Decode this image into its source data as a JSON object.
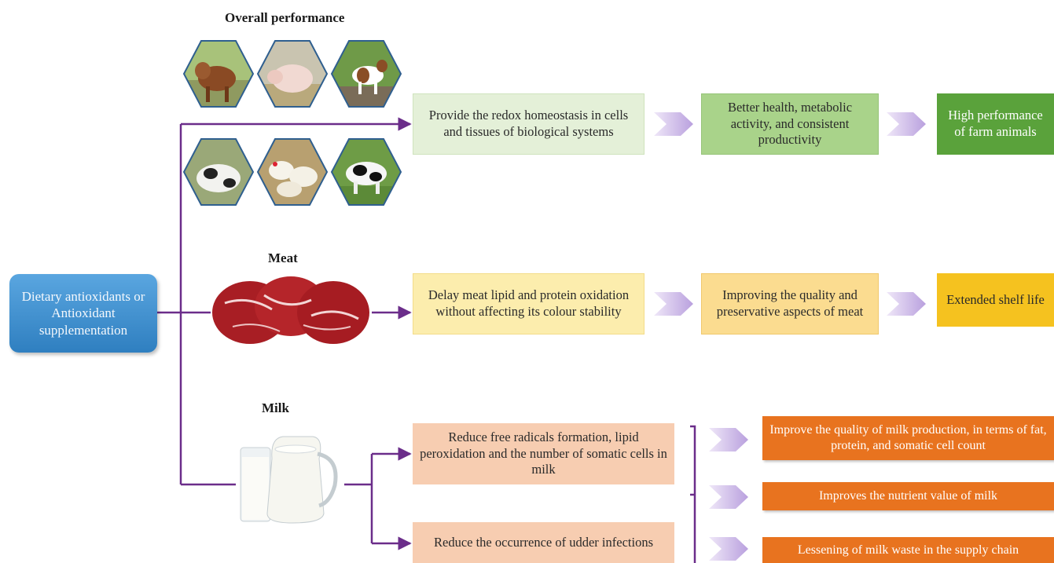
{
  "source": {
    "label": "Dietary antioxidants or Antioxidant supplementation"
  },
  "sections": {
    "overall": {
      "title": "Overall performance",
      "boxes": [
        "Provide the redox homeostasis in cells and tissues of biological systems",
        "Better health, metabolic activity, and consistent productivity",
        "High performance of farm animals"
      ],
      "animal_icons": [
        "brown-cow-icon",
        "pig-icon",
        "goat-icon",
        "calf-icon",
        "chicken-icon",
        "holstein-cow-icon"
      ]
    },
    "meat": {
      "title": "Meat",
      "boxes": [
        "Delay meat lipid and protein oxidation without affecting its colour stability",
        "Improving the quality and preservative aspects of meat",
        "Extended shelf life"
      ],
      "image_icon": "raw-meat-icon"
    },
    "milk": {
      "title": "Milk",
      "causes": [
        "Reduce free radicals formation, lipid peroxidation and the number of somatic cells in milk",
        "Reduce the occurrence of udder infections"
      ],
      "outcomes": [
        "Improve the quality of milk production, in terms of fat, protein, and somatic cell count",
        "Improves the nutrient value of milk",
        "Lessening of milk waste in the supply chain"
      ],
      "image_icon": "milk-jug-glass-icon"
    }
  },
  "colors": {
    "connector": "#6b2d8a",
    "chevron": "#cbb6e6",
    "source": "#3f8fcf",
    "overall_light": "#e3f0d6",
    "overall_mid": "#a8d286",
    "overall_dark": "#5aa23a",
    "meat_light": "#fbecaa",
    "meat_mid": "#f9dc8e",
    "meat_dark": "#f4c01e",
    "milk_light": "#f6ccb0",
    "milk_dark": "#e8731f"
  }
}
